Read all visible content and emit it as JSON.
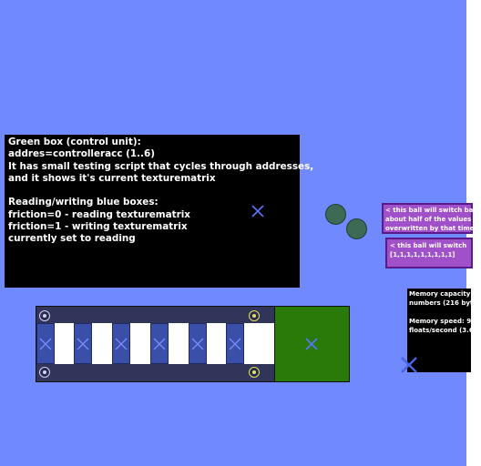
{
  "colors": {
    "background": "#7089ff",
    "panel": "#000000",
    "green_box": "#2a7a0a",
    "blue_box": "#3a4fa8",
    "frame": "#32355a",
    "ball": "#3d6a55",
    "purple": "#a050c8"
  },
  "info_panel": {
    "lines": [
      "Green box (control unit):",
      "addres=controlleracc (1..6)",
      "It has small testing script that cycles through addresses,",
      "and it shows it's current texturematrix",
      "",
      "Reading/writing blue boxes:",
      "friction=0 - reading texturematrix",
      "friction=1 - writing texturematrix",
      "currently set to reading"
    ]
  },
  "note_1": {
    "lines": [
      "< this ball will switch ba",
      "about half of the values",
      "overwritten by that time"
    ]
  },
  "note_2": {
    "lines": [
      "< this ball will switch",
      "[1,1,1,1,1,1,1,1,1]"
    ]
  },
  "memory_panel": {
    "lines": [
      "Memory capacity: 5",
      "numbers (216 bytes",
      "",
      "Memory speed: 900",
      "floats/second (3.6 k"
    ]
  },
  "icons": {
    "marker": "x-mark-icon",
    "bolt": "bolt-icon",
    "ball": "ball"
  }
}
